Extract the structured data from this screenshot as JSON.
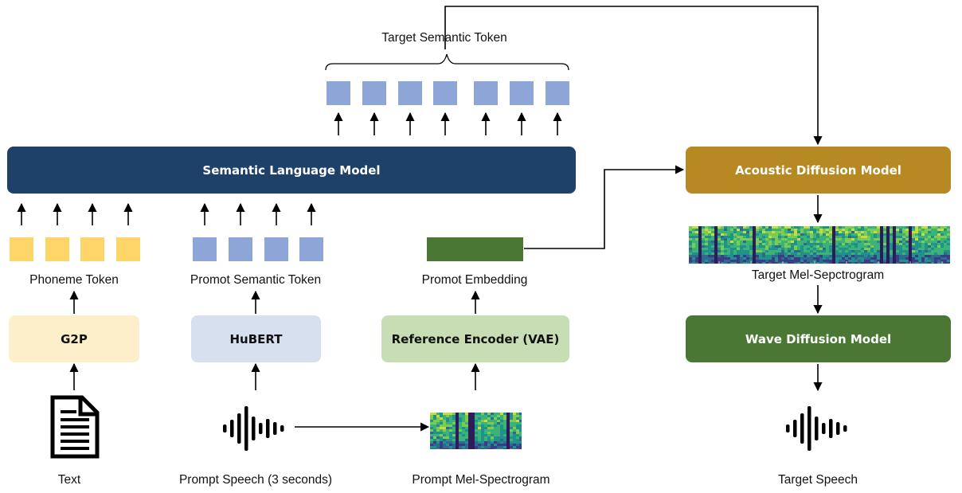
{
  "models": {
    "semantic_lm": "Semantic Language Model",
    "acoustic_diffusion": "Acoustic Diffusion Model",
    "wave_diffusion": "Wave Diffusion Model"
  },
  "encoders": {
    "g2p": "G2P",
    "hubert": "HuBERT",
    "reference_encoder": "Reference Encoder (VAE)"
  },
  "labels": {
    "target_semantic_token": "Target Semantic Token",
    "phoneme_token": "Phoneme Token",
    "prompt_semantic_token": "Promot Semantic Token",
    "prompt_embedding": "Promot Embedding",
    "target_mel": "Target Mel-Sepctrogram",
    "text": "Text",
    "prompt_speech": "Prompt Speech (3 seconds)",
    "prompt_mel": "Prompt Mel-Spectrogram",
    "target_speech": "Target Speech"
  },
  "colors": {
    "semantic_lm": "#1e4169",
    "acoustic_diffusion": "#b68922",
    "wave_diffusion": "#4a7834",
    "g2p": "#fdefca",
    "hubert": "#d6e0ee",
    "reference_encoder": "#c7ddb4",
    "semantic_token": "#8ea5d8",
    "phoneme_token": "#fdd569",
    "embedding": "#4a7834"
  },
  "icons": {
    "text": "document-icon",
    "prompt_speech": "waveform-icon",
    "target_speech": "waveform-icon"
  }
}
